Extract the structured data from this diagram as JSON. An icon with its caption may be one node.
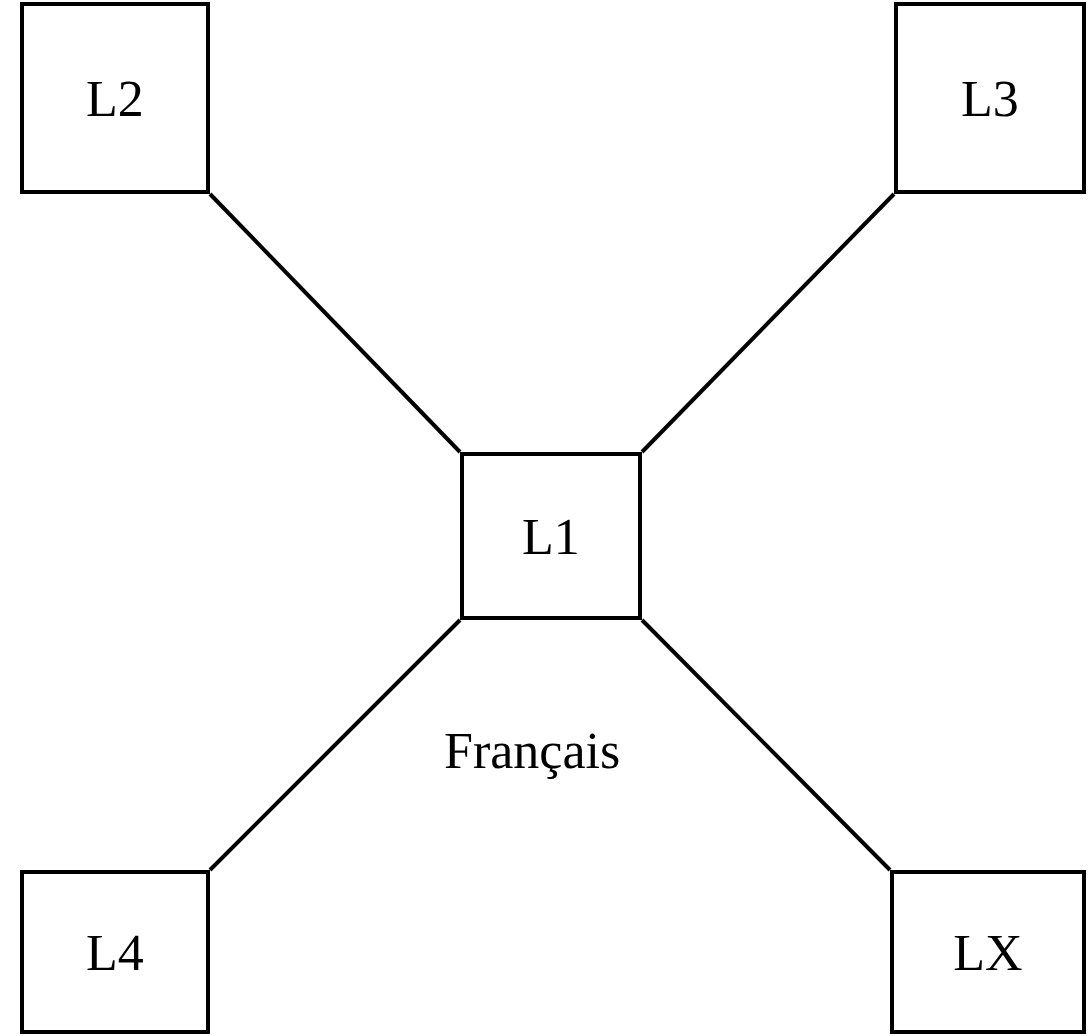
{
  "diagram": {
    "nodes": [
      {
        "text": [
          "L1"
        ]
      },
      {
        "text": [
          "L2"
        ]
      },
      {
        "text": [
          "L3"
        ]
      },
      {
        "text": [
          "L4"
        ]
      },
      {
        "text": [
          "LX"
        ]
      }
    ],
    "edges": [
      {
        "from": 1,
        "to": 0,
        "arrow": "none"
      },
      {
        "from": 2,
        "to": 0,
        "arrow": "none"
      },
      {
        "from": 0,
        "to": 3,
        "arrow": "none"
      },
      {
        "from": 0,
        "to": 4,
        "arrow": "none"
      }
    ],
    "labels": [
      "Français"
    ]
  }
}
